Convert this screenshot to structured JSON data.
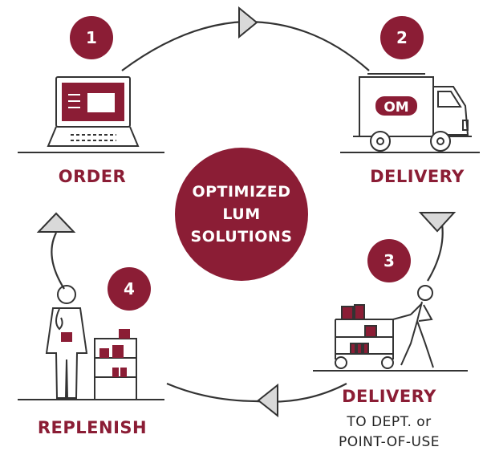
{
  "center": {
    "lines": [
      "OPTIMIZED",
      "LUM",
      "SOLUTIONS"
    ]
  },
  "steps": [
    {
      "number": "1",
      "label": "ORDER"
    },
    {
      "number": "2",
      "label": "DELIVERY"
    },
    {
      "number": "3",
      "label": "DELIVERY",
      "sublines": [
        "TO DEPT. or",
        "POINT-OF-USE"
      ]
    },
    {
      "number": "4",
      "label": "REPLENISH"
    }
  ],
  "truck": {
    "logo_text": "OM"
  },
  "colors": {
    "accent": "#8b1d35",
    "line": "#333333",
    "arrow_fill": "#d6d6d6"
  }
}
